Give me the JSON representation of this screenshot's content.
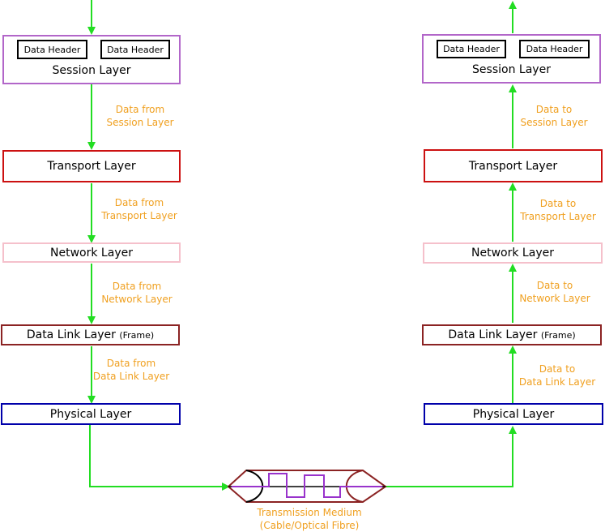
{
  "left": {
    "session": {
      "label": "Session Layer",
      "header1": "Data Header",
      "header2": "Data Header"
    },
    "transport": {
      "label": "Transport Layer"
    },
    "network": {
      "label": "Network Layer"
    },
    "datalink": {
      "label": "Data Link Layer",
      "suffix": "(Frame)"
    },
    "physical": {
      "label": "Physical Layer"
    },
    "notes": {
      "n1": [
        "Data from",
        "Session Layer"
      ],
      "n2": [
        "Data from",
        "Transport Layer"
      ],
      "n3": [
        "Data from",
        "Network Layer"
      ],
      "n4": [
        "Data from",
        "Data Link Layer"
      ]
    }
  },
  "right": {
    "session": {
      "label": "Session Layer",
      "header1": "Data Header",
      "header2": "Data Header"
    },
    "transport": {
      "label": "Transport Layer"
    },
    "network": {
      "label": "Network Layer"
    },
    "datalink": {
      "label": "Data Link Layer",
      "suffix": "(Frame)"
    },
    "physical": {
      "label": "Physical Layer"
    },
    "notes": {
      "n1": [
        "Data to",
        "Session Layer"
      ],
      "n2": [
        "Data to",
        "Transport Layer"
      ],
      "n3": [
        "Data to",
        "Network Layer"
      ],
      "n4": [
        "Data to",
        "Data Link Layer"
      ]
    }
  },
  "medium": {
    "line1": "Transmission Medium",
    "line2": "(Cable/Optical Fibre)"
  },
  "colors": {
    "arrow": "#22dd22",
    "note": "#f0a020",
    "session": "#b266c9",
    "transport": "#cc1111",
    "network": "#f5c0cb",
    "datalink": "#8b2323",
    "physical": "#0000aa",
    "signal": "#9933cc"
  }
}
